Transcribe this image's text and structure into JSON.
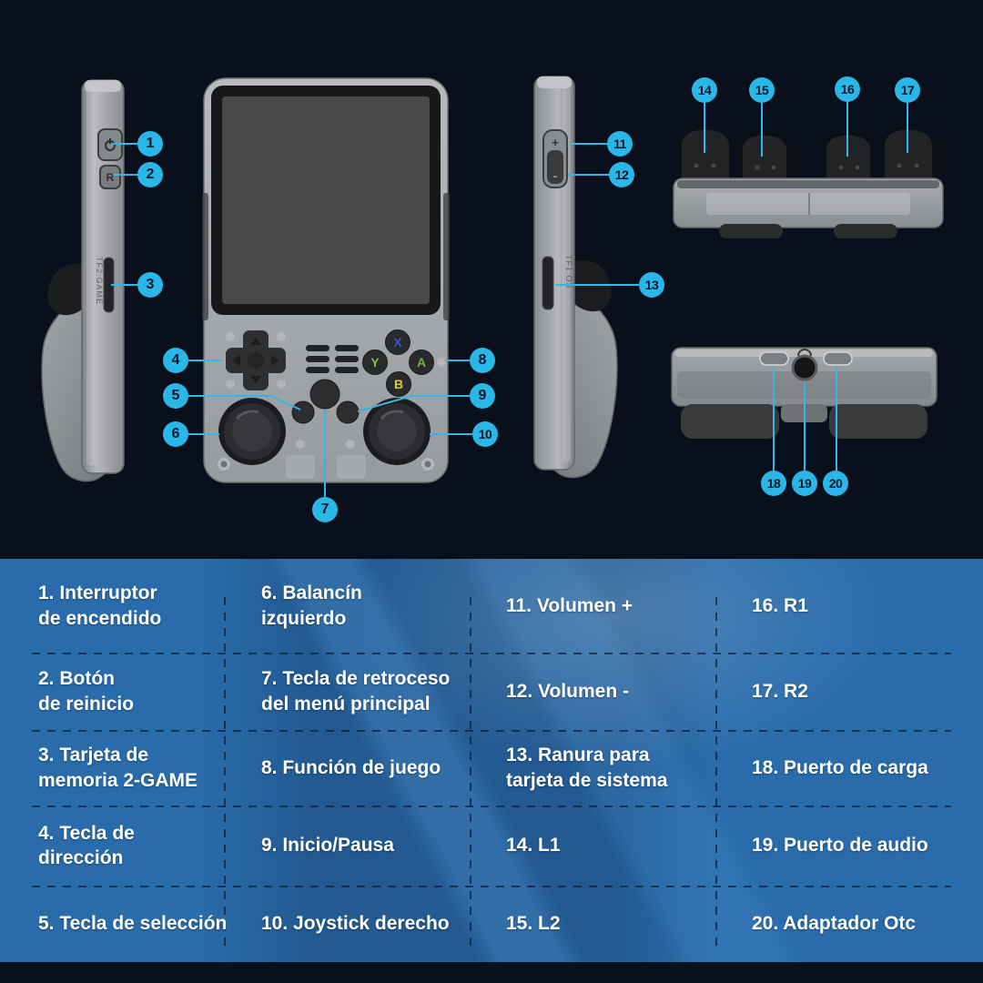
{
  "colors": {
    "background": "#0a0f1c",
    "table_blue": "#2a6cab",
    "callout_circle": "#29b7e8",
    "callout_number": "#0a1428",
    "leader_line": "#35b6e6",
    "button_x_color": "#3d55cf",
    "button_y_color": "#8fb637",
    "button_a_color": "#6db43c",
    "button_b_color": "#d3cc36"
  },
  "callout_numbers": [
    "1",
    "2",
    "3",
    "4",
    "5",
    "6",
    "7",
    "8",
    "9",
    "10",
    "11",
    "12",
    "13",
    "14",
    "15",
    "16",
    "17",
    "18",
    "19",
    "20"
  ],
  "devices": {
    "left_side_view": {
      "reset_button_label": "R",
      "card_slot_text": "TF2:GAME"
    },
    "front_view": {
      "button_x": "X",
      "button_y": "Y",
      "button_a": "A",
      "button_b": "B"
    },
    "right_side_view": {
      "volume_plus": "+",
      "volume_minus": "-",
      "card_slot_text": "TF1:OS"
    }
  },
  "table": {
    "rows": [
      {
        "cells": [
          "1. Interruptor\nde encendido",
          "6. Balancín\nizquierdo",
          "11. Volumen +",
          "16. R1"
        ]
      },
      {
        "cells": [
          "2. Botón\nde reinicio",
          "7. Tecla de retroceso\ndel menú principal",
          "12. Volumen -",
          "17. R2"
        ]
      },
      {
        "cells": [
          "3. Tarjeta de\nmemoria 2-GAME",
          "8. Función de juego",
          "13. Ranura para\ntarjeta de sistema",
          "18. Puerto de carga"
        ]
      },
      {
        "cells": [
          "4. Tecla de\ndirección",
          "9. Inicio/Pausa",
          "14. L1",
          "19. Puerto de audio"
        ]
      },
      {
        "cells": [
          "5. Tecla de selección",
          "10. Joystick derecho",
          "15. L2",
          "20. Adaptador Otc"
        ]
      }
    ]
  }
}
